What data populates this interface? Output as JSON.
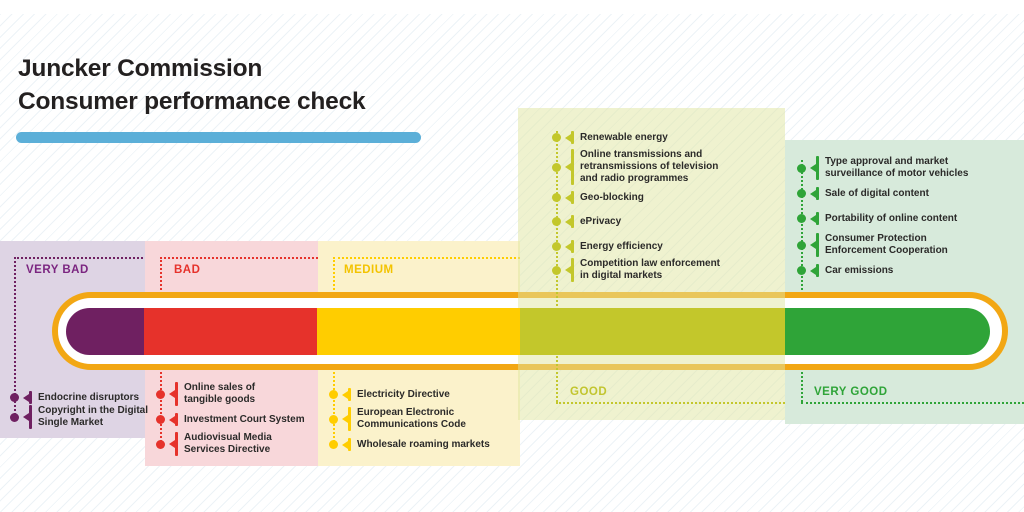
{
  "header": {
    "title_line1": "Juncker Commission",
    "title_line2": "Consumer performance check"
  },
  "colors": {
    "title_text": "#232020",
    "title_underline": "#5CAFD8",
    "gauge_ring": "#F2A714",
    "item_text": "#2B2A29",
    "very_bad": "#6F2061",
    "bad": "#E6322B",
    "medium": "#FFCD00",
    "good": "#C3C72B",
    "very_good": "#2FA438",
    "panel_very_bad": "#DED4E4",
    "panel_bad": "#F8D7DA",
    "panel_medium": "#FBF2CB",
    "panel_good": "#EFF2CF",
    "panel_very_good": "#D7EADB"
  },
  "categories": [
    {
      "id": "very-bad",
      "label": "VERY BAD",
      "color": "#6F2061",
      "items": [
        "Endocrine disruptors",
        "Copyright in the Digital\nSingle Market"
      ]
    },
    {
      "id": "bad",
      "label": "BAD",
      "color": "#E6322B",
      "items": [
        "Online sales of\ntangible goods",
        "Investment Court System",
        "Audiovisual Media\nServices Directive"
      ]
    },
    {
      "id": "medium",
      "label": "MEDIUM",
      "color": "#FFCD00",
      "items": [
        "Electricity Directive",
        "European Electronic\nCommunications Code",
        "Wholesale roaming markets"
      ]
    },
    {
      "id": "good",
      "label": "GOOD",
      "color": "#C3C72B",
      "items": [
        "Renewable energy",
        "Online transmissions and\nretransmissions of television\nand radio programmes",
        "Geo-blocking",
        "ePrivacy",
        "Energy efficiency",
        "Competition law enforcement\nin digital markets"
      ]
    },
    {
      "id": "very-good",
      "label": "VERY GOOD",
      "color": "#2FA438",
      "items": [
        "Type approval and market\nsurveillance of motor vehicles",
        "Sale of digital content",
        "Portability of online content",
        "Consumer Protection\nEnforcement Cooperation",
        "Car emissions"
      ]
    }
  ],
  "gauge": {
    "segment_order": [
      "VERY BAD",
      "BAD",
      "MEDIUM",
      "GOOD",
      "VERY GOOD"
    ]
  }
}
